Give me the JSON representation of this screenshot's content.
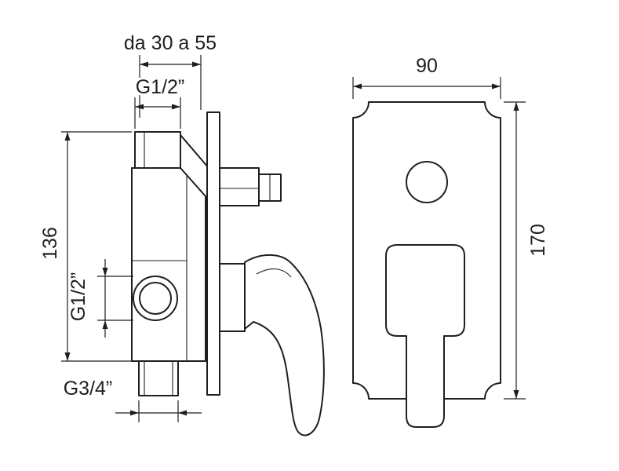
{
  "colors": {
    "line": "#1f1f1f",
    "background": "#ffffff"
  },
  "side_view": {
    "depth_range": "da 30 a 55",
    "top_thread": "G1/2”",
    "body_height": "136",
    "side_thread": "G1/2”",
    "bottom_thread": "G3/4”"
  },
  "front_view": {
    "plate_width": "90",
    "plate_height": "170"
  }
}
